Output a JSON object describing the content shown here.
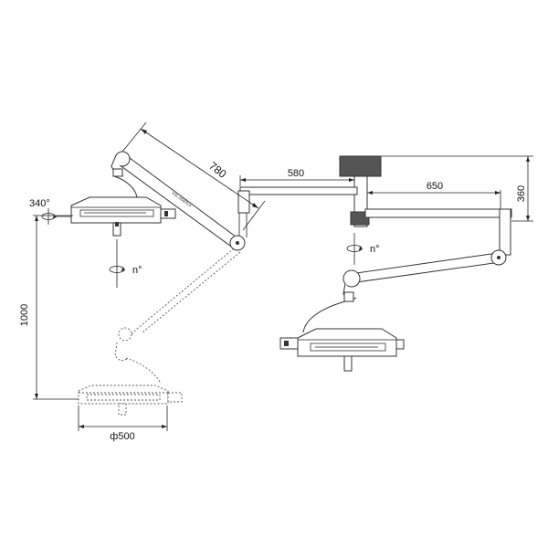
{
  "diagram": {
    "labels": {
      "arm_length": "780",
      "extension_arm": "580",
      "right_arm": "650",
      "ceiling_drop": "360",
      "rotation_left": "340°",
      "rotation_center": "n°",
      "rotation_right": "n°",
      "vertical_travel": "1000",
      "diameter": "ф500",
      "arm_marking": "KSL-DDEPLA"
    }
  }
}
